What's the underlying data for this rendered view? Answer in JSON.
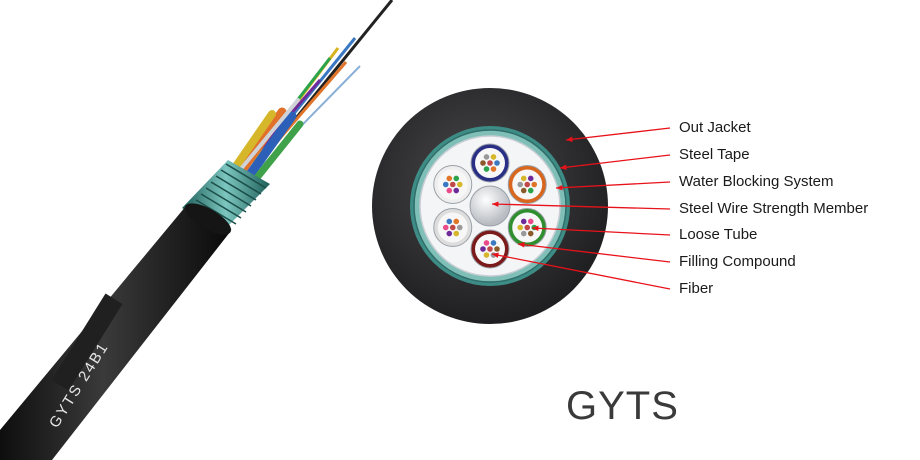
{
  "title": "GYTS",
  "cable_print": "GYTS 24B1",
  "colors": {
    "leader_line": "#e8121a",
    "jacket": "#2e2e30",
    "steel_tape": "#3e8c86",
    "tube_colors": [
      "#2a2f86",
      "#d8661e",
      "#2f8f2f",
      "#7a1a1a",
      "#dddddd",
      "#eeeeee"
    ]
  },
  "labels": [
    "Out Jacket",
    "Steel Tape",
    "Water Blocking System",
    "Steel Wire Strength Member",
    "Loose Tube",
    "Filling Compound",
    "Fiber"
  ]
}
